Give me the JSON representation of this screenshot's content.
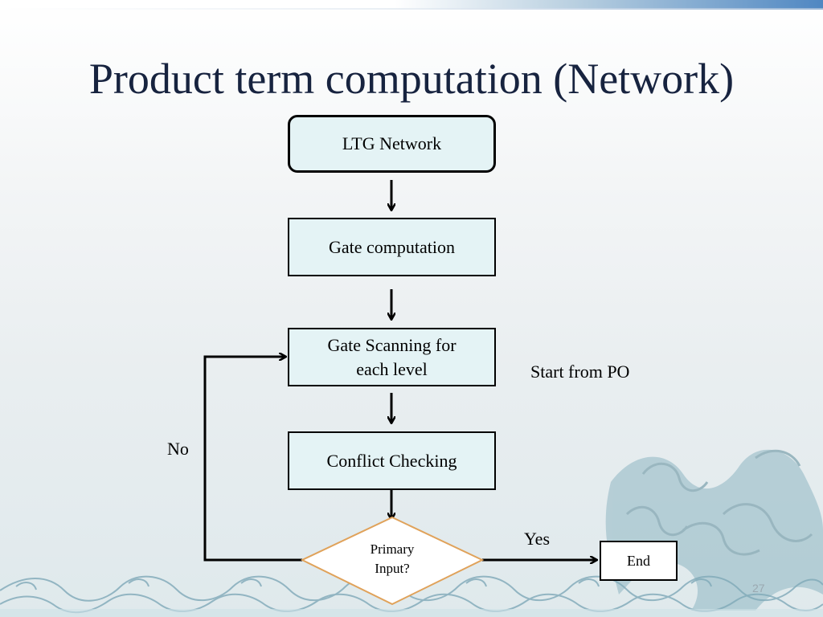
{
  "slide": {
    "title": "Product term computation (Network)",
    "page_number": "27"
  },
  "flowchart": {
    "start_node": "LTG Network",
    "gate_computation": "Gate computation",
    "gate_scanning_line1": "Gate Scanning for",
    "gate_scanning_line2": "each level",
    "conflict_checking": "Conflict Checking",
    "decision_line1": "Primary",
    "decision_line2": "Input?",
    "end_node": "End",
    "annotation_start": "Start from PO",
    "edge_no": "No",
    "edge_yes": "Yes"
  },
  "colors": {
    "title": "#17233f",
    "box_fill": "#e4f3f5",
    "decision_border": "#e0a25a",
    "wave_line": "#7fa9b8",
    "dragon": "#8fb7c3"
  }
}
